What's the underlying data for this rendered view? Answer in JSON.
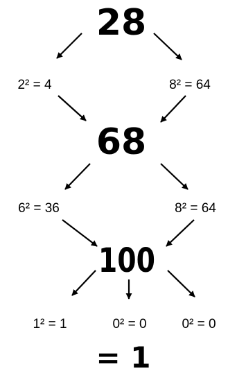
{
  "step1": {
    "number": "28",
    "left_square": "2² = 4",
    "right_square": "8² = 64"
  },
  "step2": {
    "number": "68",
    "left_square": "6² = 36",
    "right_square": "8² = 64"
  },
  "step3": {
    "number": "100",
    "left_square": "1² = 1",
    "middle_square": "0² = 0",
    "right_square": "0² = 0"
  },
  "result": "= 1"
}
